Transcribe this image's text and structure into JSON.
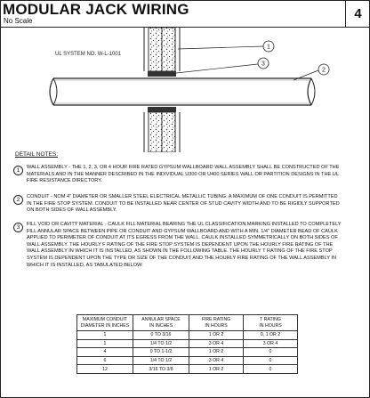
{
  "header": {
    "title": "MODULAR JACK WIRING",
    "subtitle": "No Scale",
    "page_number": "4"
  },
  "drawing": {
    "system_no": "UL SYSTEM NO. W-L-1001",
    "callouts": [
      "1",
      "3",
      "2"
    ]
  },
  "notes": {
    "title": "DETAIL NOTES:",
    "items": [
      {
        "num": "1",
        "text": "WALL ASSEMBLY - THE 1, 2, 3, OR 4 HOUR FIRE RATED GYPSUM WALLBOARD WALL ASSEMBLY SHALL BE CONSTRUCTED OF THE MATERIALS AND IN THE MANNER DESCRIBED IN THE INDIVIDUAL U300 OR U400 SERIES WALL OR PARTITION DESIGNS IN THE UL FIRE RESISTANCE DIRECTORY."
      },
      {
        "num": "2",
        "text": "CONDUIT - NOM 4\" DIAMETER OR SMALLER STEEL ELECTRICAL METALLIC TUBING. A MAXIMUM OF ONE CONDUIT IS PERMITTED IN THE FIRE STOP SYSTEM. CONDUIT TO BE INSTALLED NEAR CENTER OF STUD CAVITY WIDTH AND TO BE RIGIDLY SUPPORTED ON BOTH SIDES OF WALL ASSEMBLY."
      },
      {
        "num": "3",
        "text": "FILL VOID OR CAVITY MATERIAL - CAULK FILL MATERIAL BEARING THE UL CLASSIFICATION MARKING INSTALLED TO COMPLETELY FILL ANNULAR SPACE BETWEEN PIPE OR CONDUIT AND GYPSUM WALLBOARD AND WITH A MIN. 1/4\" DIAMETER BEAD OF CAULK APPLIED TO PERIMETER OF CONDUIT AT ITS EGRESS FROM THE WALL. CAULK INSTALLED SYMMETRICALLY ON BOTH SIDES OF WALL ASSEMBLY. THE HOURLY F RATING OF THE FIRE STOP SYSTEM IS DEPENDENT UPON THE HOURLY FIRE RATING OF THE WALL ASSEMBLY IN WHICH IT IS INSTALLED, AS SHOWN IN THE FOLLOWING TABLE. THE HOURLY T RATING OF THE FIRE STOP SYSTEM IS DEPENDENT UPON THE TYPE OR SIZE OF THE CONDUIT AND THE HOURLY FIRE RATING OF THE WALL ASSEMBLY IN WHICH IT IS INSTALLED, AS TABULATED BELOW:"
      }
    ]
  },
  "table": {
    "headers": [
      [
        "MAXIMUM CONDUIT",
        "DIAMETER IN INCHES"
      ],
      [
        "ANNULAR SPACE",
        "IN INCHES"
      ],
      [
        "FIRE RATING",
        "IN HOURS"
      ],
      [
        "T RATING",
        "IN HOURS"
      ]
    ],
    "rows": [
      [
        "1",
        "0 TO 3/16",
        "1 OR 2",
        "0, 1 OR 2"
      ],
      [
        "1",
        "1/4 TO 1/2",
        "3 OR 4",
        "3 OR 4"
      ],
      [
        "4",
        "0 TO 1-1/2",
        "1 OR 2",
        "0"
      ],
      [
        "6",
        "1/4 TO 1/2",
        "3 OR 4",
        "0"
      ],
      [
        "12",
        "3/16 TO 3/8",
        "1 OR 2",
        "0"
      ]
    ]
  }
}
